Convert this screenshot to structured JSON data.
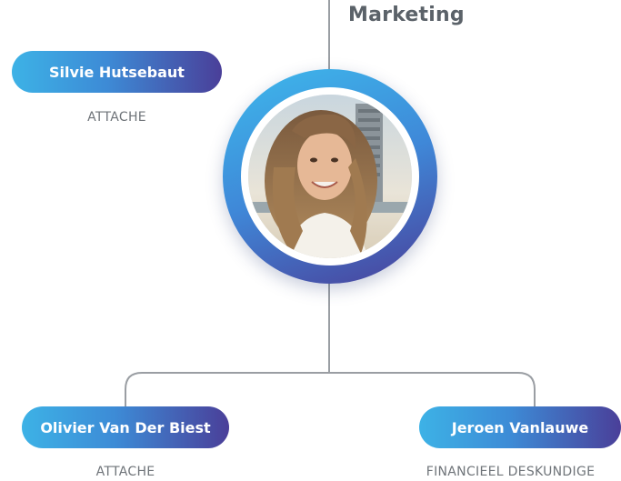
{
  "department": {
    "title": "Marketing"
  },
  "people": {
    "silvie": {
      "name": "Silvie Hutsebaut",
      "role": "ATTACHE"
    },
    "olivier": {
      "name": "Olivier Van Der Biest",
      "role": "ATTACHE"
    },
    "jeroen": {
      "name": "Jeroen Vanlauwe",
      "role": "FINANCIEEL DESKUNDIGE"
    }
  },
  "colors": {
    "gradient_start": "#3db2e6",
    "gradient_end": "#4a3f99",
    "connector": "#9a9ea3",
    "heading_text": "#5b6269",
    "role_text": "#6f7479"
  }
}
